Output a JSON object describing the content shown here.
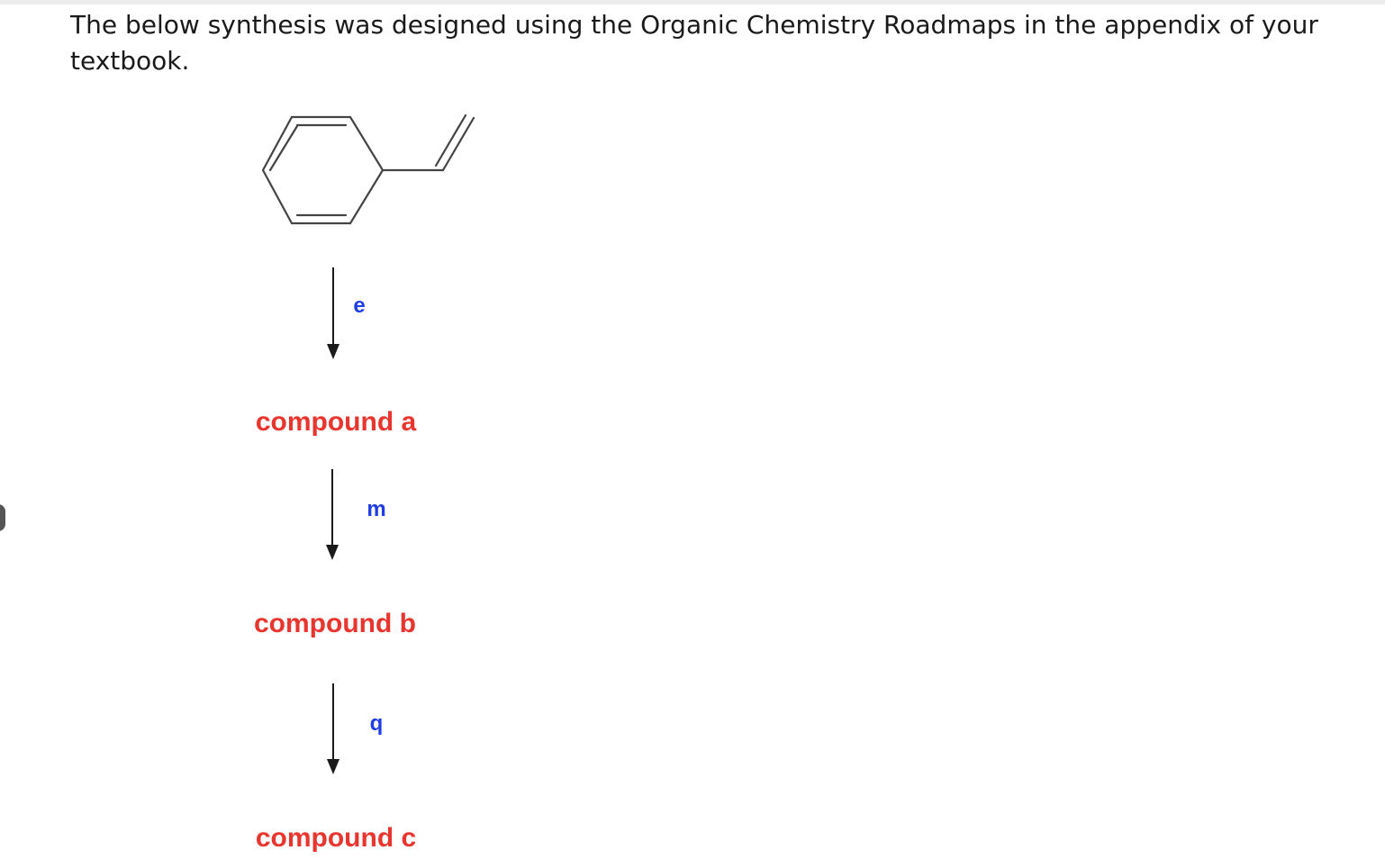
{
  "question": {
    "intro_text": "The below synthesis was designed using the Organic Chemistry Roadmaps in the appendix of your textbook."
  },
  "synthesis": {
    "starting_material": "styrene-structure",
    "steps": [
      {
        "reagent_label": "e",
        "product_label": "compound a"
      },
      {
        "reagent_label": "m",
        "product_label": "compound b"
      },
      {
        "reagent_label": "q",
        "product_label": "compound c"
      }
    ]
  },
  "colors": {
    "reagent": "#1f3ee6",
    "compound": "#e8352e",
    "structure": "#444444",
    "text": "#1a1a1a"
  }
}
